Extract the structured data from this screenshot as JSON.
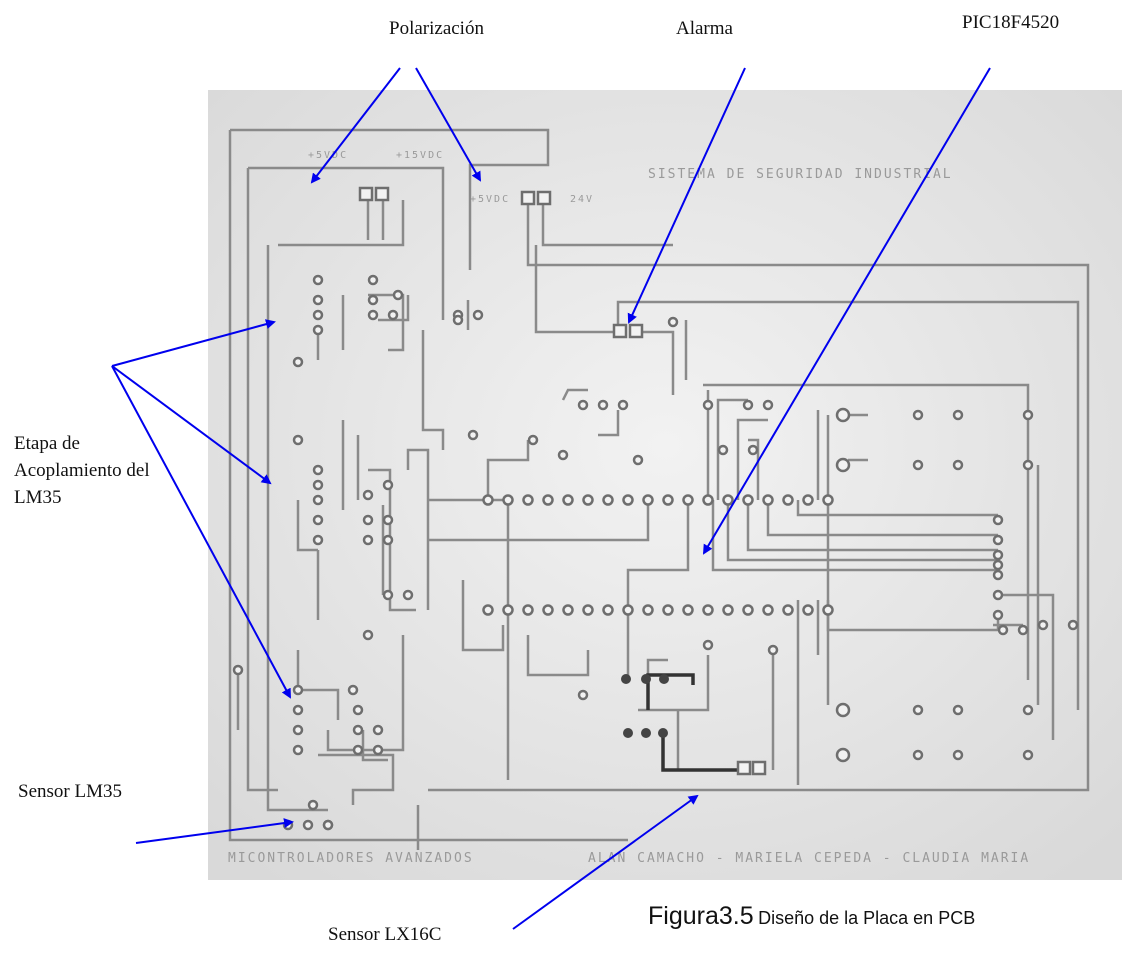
{
  "labels": {
    "polarizacion": "Polarización",
    "alarma": "Alarma",
    "pic": "PIC18F4520",
    "etapa": "Etapa de Acoplamiento del LM35",
    "sensor_lm35": "Sensor LM35",
    "sensor_lx16c": "Sensor LX16C"
  },
  "caption": {
    "number": "Figura3.5",
    "text": "Diseño de la Placa en PCB"
  },
  "board_text": {
    "title": "SISTEMA DE SEGURIDAD INDUSTRIAL",
    "footer_left": "MICONTROLADORES AVANZADOS",
    "footer_right": "ALAN CAMACHO - MARIELA CEPEDA - CLAUDIA MARIA",
    "small_1": "+5VDC",
    "small_2": "+15VDC",
    "small_3": "+5VDC",
    "small_4": "24V"
  },
  "colors": {
    "arrow": "#0000ee",
    "trace": "#8a8a8a",
    "board": "#eeeeee"
  }
}
